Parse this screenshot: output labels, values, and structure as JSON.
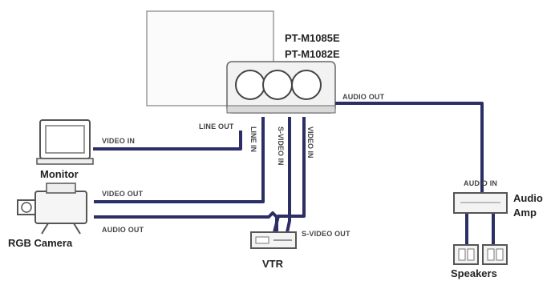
{
  "projector": {
    "model_1": "PT-M1085E",
    "model_2": "PT-M1082E",
    "ports": {
      "line_out": "LINE OUT",
      "audio_out": "AUDIO OUT",
      "line_in": "LINE IN",
      "s_video_in": "S-VIDEO IN",
      "video_in": "VIDEO IN"
    }
  },
  "monitor": {
    "label": "Monitor",
    "port": "VIDEO IN"
  },
  "rgb_camera": {
    "label": "RGB Camera",
    "video_port": "VIDEO OUT",
    "audio_port": "AUDIO OUT"
  },
  "vtr": {
    "label": "VTR",
    "port": "S-VIDEO OUT"
  },
  "audio_amp": {
    "label_1": "Audio",
    "label_2": "Amp",
    "port": "AUDIO IN"
  },
  "speakers": {
    "label": "Speakers"
  },
  "colors": {
    "cable": "#2b2f66",
    "cable_dark": "#1c1f4a",
    "outline": "#555555",
    "text": "#333333"
  }
}
